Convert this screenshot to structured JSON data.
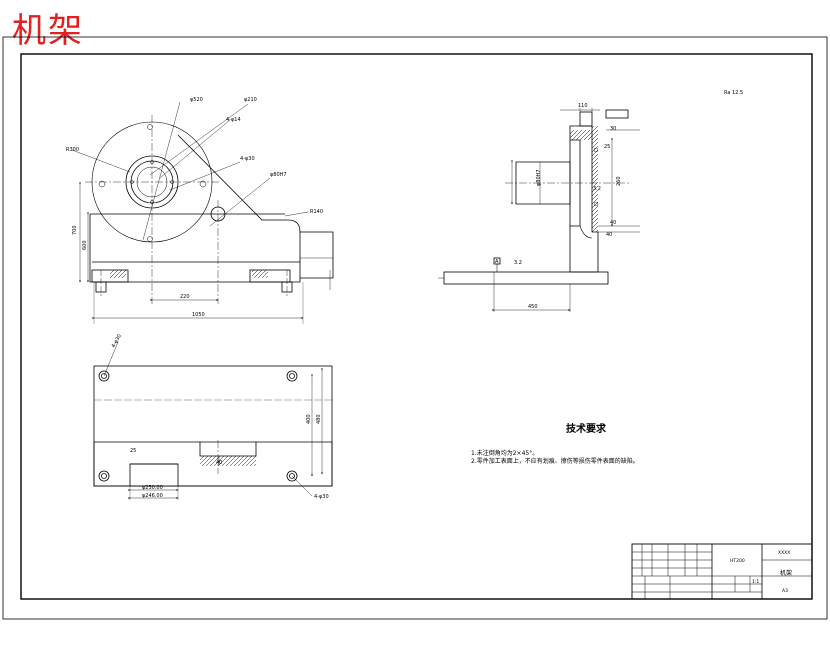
{
  "title": "机架",
  "surface_finish": "Ra 12.5",
  "front_view_labels": {
    "phi_outer": "φ520",
    "phi_bore": "φ210",
    "holes_top": "4-φ14",
    "holes_mid": "4-φ30",
    "fit": "φ80H7",
    "radius_outer": "R300",
    "radius_right": "R140",
    "height_total": "700",
    "height_part": "600",
    "offset": "220",
    "length_total": "1050"
  },
  "side_view_labels": {
    "top_width": "110",
    "t30": "30",
    "r25": "25",
    "bore": "φ80H7",
    "dim_260": "260",
    "roughness": "3.2",
    "d40": "40",
    "d40b": "40",
    "datum": "A",
    "roughness_base": "3.2",
    "base_len": "450"
  },
  "plan_view_labels": {
    "hole_tl": "4-φ30",
    "width": "480",
    "width_inner": "400",
    "notch_depth": "40",
    "slot_w1": "φ230.00",
    "slot_w2": "φ246.00",
    "step": "25",
    "hole_br": "4-φ30"
  },
  "tech_requirements": {
    "heading": "技术要求",
    "items": [
      "1.未注倒角均为2×45°。",
      "2.零件加工表面上，不应有划痕、擦伤等损伤零件表面的缺陷。"
    ]
  },
  "title_block": {
    "drawing_name": "机架",
    "company": "XXXX",
    "material": "HT200",
    "sheet_size": "A3",
    "scale": "1:1"
  }
}
